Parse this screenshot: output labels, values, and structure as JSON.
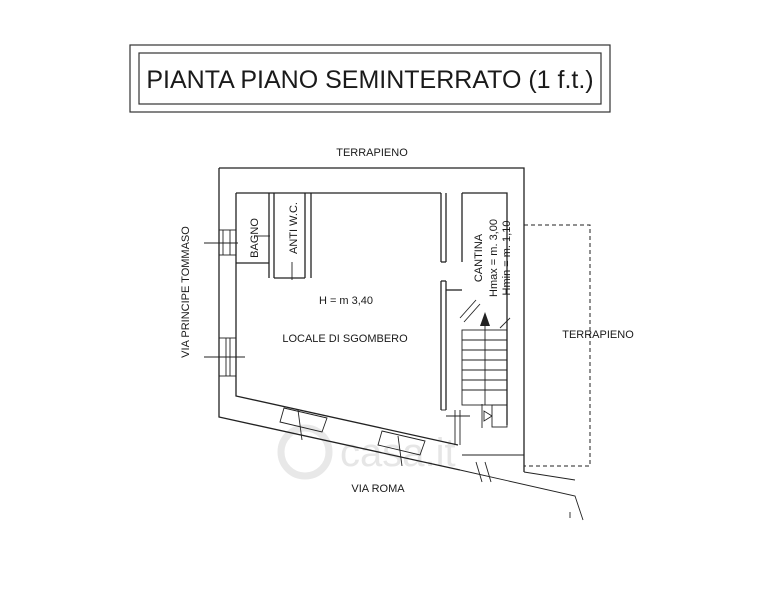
{
  "title": "PIANTA PIANO SEMINTERRATO (1 f.t.)",
  "labels": {
    "terrapieno_top": "TERRAPIENO",
    "terrapieno_right": "TERRAPIENO",
    "via_principe": "VIA PRINCIPE TOMMASO",
    "via_roma": "VIA ROMA",
    "bagno": "BAGNO",
    "anti_wc": "ANTI W.C.",
    "cantina": "CANTINA",
    "hmax": "Hmax = m. 3,00",
    "hmin": "Hmin = m. 1,10",
    "height": "H = m 3,40",
    "locale": "LOCALE DI SGOMBERO"
  },
  "watermark": "casa.it"
}
